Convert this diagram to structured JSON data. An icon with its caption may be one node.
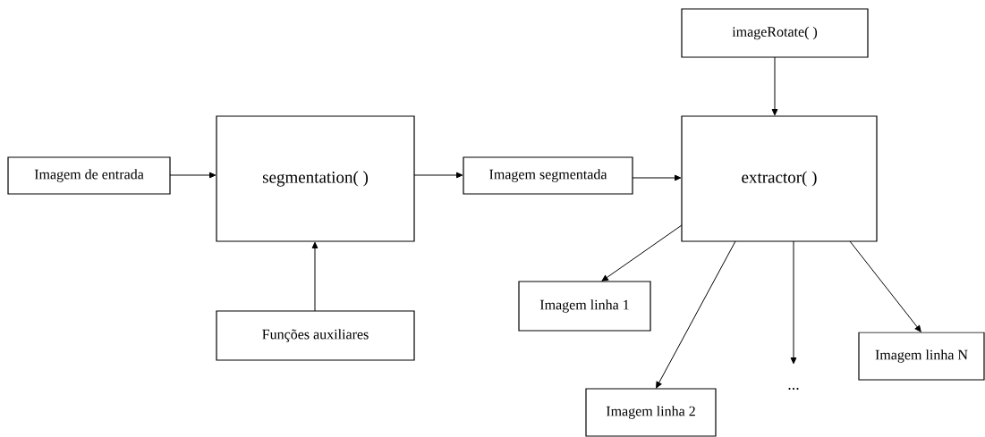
{
  "diagram": {
    "nodes": [
      {
        "text": [
          "Imagem de entrada"
        ]
      },
      {
        "text": [
          "segmentation( )"
        ]
      },
      {
        "text": [
          "Funções auxiliares"
        ]
      },
      {
        "text": [
          "Imagem segmentada"
        ]
      },
      {
        "text": [
          "imageRotate( )"
        ]
      },
      {
        "text": [
          "extractor( )"
        ]
      },
      {
        "text": [
          "Imagem linha 1"
        ]
      },
      {
        "text": [
          "Imagem linha 2"
        ]
      },
      {
        "text": [
          "..."
        ]
      },
      {
        "text": [
          "Imagem linha N"
        ]
      }
    ],
    "edges": [
      {
        "from": 0,
        "to": 1,
        "arrow": "to"
      },
      {
        "from": 2,
        "to": 1,
        "arrow": "to"
      },
      {
        "from": 1,
        "to": 3,
        "arrow": "to"
      },
      {
        "from": 3,
        "to": 5,
        "arrow": "to"
      },
      {
        "from": 4,
        "to": 5,
        "arrow": "to"
      },
      {
        "from": 5,
        "to": 6,
        "arrow": "to"
      },
      {
        "from": 5,
        "to": 7,
        "arrow": "to"
      },
      {
        "from": 5,
        "to": 8,
        "arrow": "to"
      },
      {
        "from": 5,
        "to": 9,
        "arrow": "to"
      }
    ]
  }
}
